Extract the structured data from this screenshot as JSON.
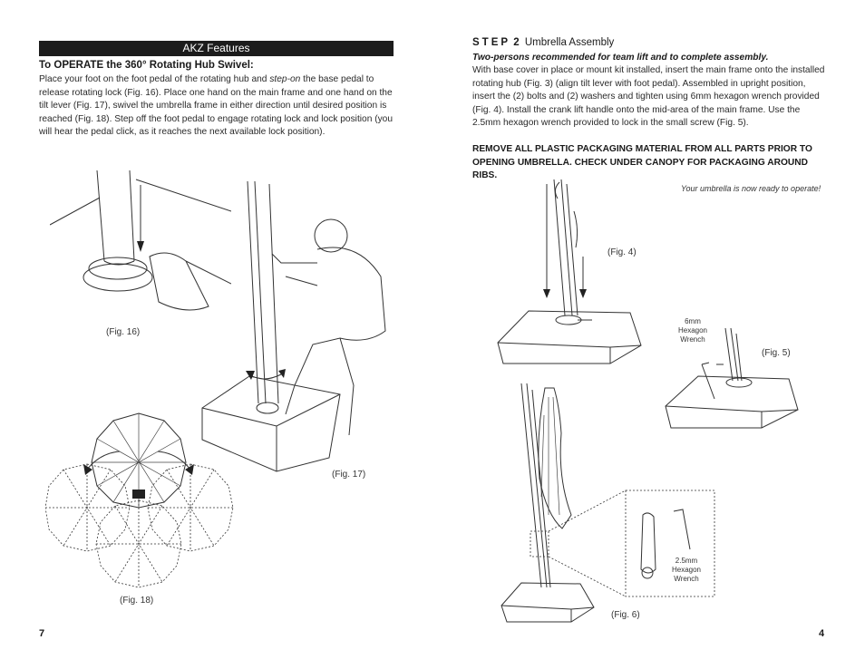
{
  "left_page": {
    "banner": "AKZ Features",
    "heading": "To OPERATE the 360° Rotating Hub Swivel:",
    "para_before_italic": "Place your foot on the foot pedal of the rotating hub and ",
    "para_italic": "step-on",
    "para_after_italic": " the base pedal to release rotating lock (Fig. 16). Place one hand on the main frame and one hand on the tilt lever (Fig. 17), swivel the umbrella frame in either direction until desired position is reached (Fig. 18). Step off the foot pedal to engage rotating lock and lock position (you will hear the pedal click, as it reaches the next available lock position).",
    "fig16": "(Fig. 16)",
    "fig17": "(Fig. 17)",
    "fig18": "(Fig. 18)",
    "page_number": "7"
  },
  "right_page": {
    "step_word": "STEP",
    "step_number": "2",
    "step_title": "Umbrella Assembly",
    "subheading": "Two-persons recommended for team lift and to complete assembly.",
    "para": "With base cover in place or mount kit installed, insert the main frame onto the installed rotating hub (Fig. 3) (align tilt lever with foot pedal). Assembled in upright position, insert the (2) bolts and (2) washers and tighten using 6mm hexagon wrench provided (Fig. 4). Install the crank lift handle onto the mid-area of the main frame. Use the 2.5mm hexagon wrench provided to lock in the small screw (Fig. 5).",
    "warning": "REMOVE ALL PLASTIC PACKAGING MATERIAL FROM ALL PARTS PRIOR TO OPENING UMBRELLA. CHECK UNDER CANOPY FOR PACKAGING AROUND RIBS.",
    "ready": "Your umbrella is now ready to operate!",
    "fig4": "(Fig. 4)",
    "fig5": "(Fig. 5)",
    "fig6": "(Fig. 6)",
    "wrench_6mm": [
      "6mm",
      "Hexagon",
      "Wrench"
    ],
    "wrench_25mm": [
      "2.5mm",
      "Hexagon",
      "Wrench"
    ],
    "page_number": "4"
  }
}
